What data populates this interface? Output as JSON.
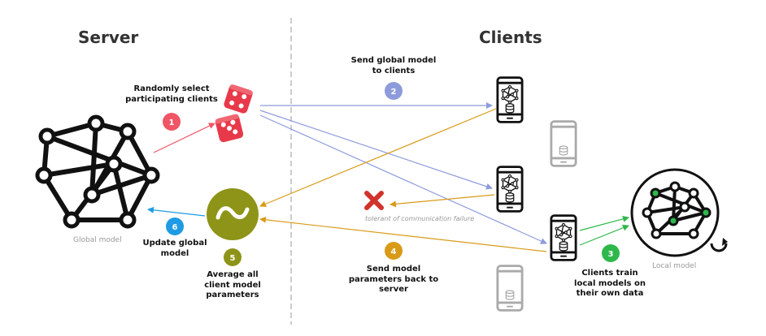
{
  "sections": {
    "server": "Server",
    "clients": "Clients"
  },
  "labels": {
    "global_model": "Global model",
    "local_model": "Local model",
    "tolerant": "tolerant of communication failure"
  },
  "steps": [
    {
      "num": "1",
      "text": [
        "Randomly select",
        "participating clients"
      ],
      "color": "#f05565"
    },
    {
      "num": "2",
      "text": [
        "Send global model",
        "to clients"
      ],
      "color": "#8e9bdb"
    },
    {
      "num": "3",
      "text": [
        "Clients train",
        "local models on",
        "their own data"
      ],
      "color": "#2eb84b"
    },
    {
      "num": "4",
      "text": [
        "Send model",
        "parameters back to",
        "server"
      ],
      "color": "#d99a18"
    },
    {
      "num": "5",
      "text": [
        "Average all",
        "client model",
        "parameters"
      ],
      "color": "#8d9418"
    },
    {
      "num": "6",
      "text": [
        "Update global",
        "model"
      ],
      "color": "#1e9be3"
    }
  ],
  "colors": {
    "select_arrow": "#f05565",
    "send_arrow": "#8e9bdb",
    "return_arrow": "#d99a18",
    "train_arrow": "#2eb84b",
    "update_arrow": "#1e9be3",
    "average_node": "#8d9418",
    "failure_x": "#d0342c",
    "active_phone": "#111111",
    "inactive_phone": "#aaaaaa"
  },
  "icons": {
    "dice": "dice-icon",
    "average": "tilde-icon",
    "failure": "x-mark-icon",
    "refresh": "circular-arrow-icon",
    "phone": "smartphone-icon",
    "database": "database-icon"
  }
}
